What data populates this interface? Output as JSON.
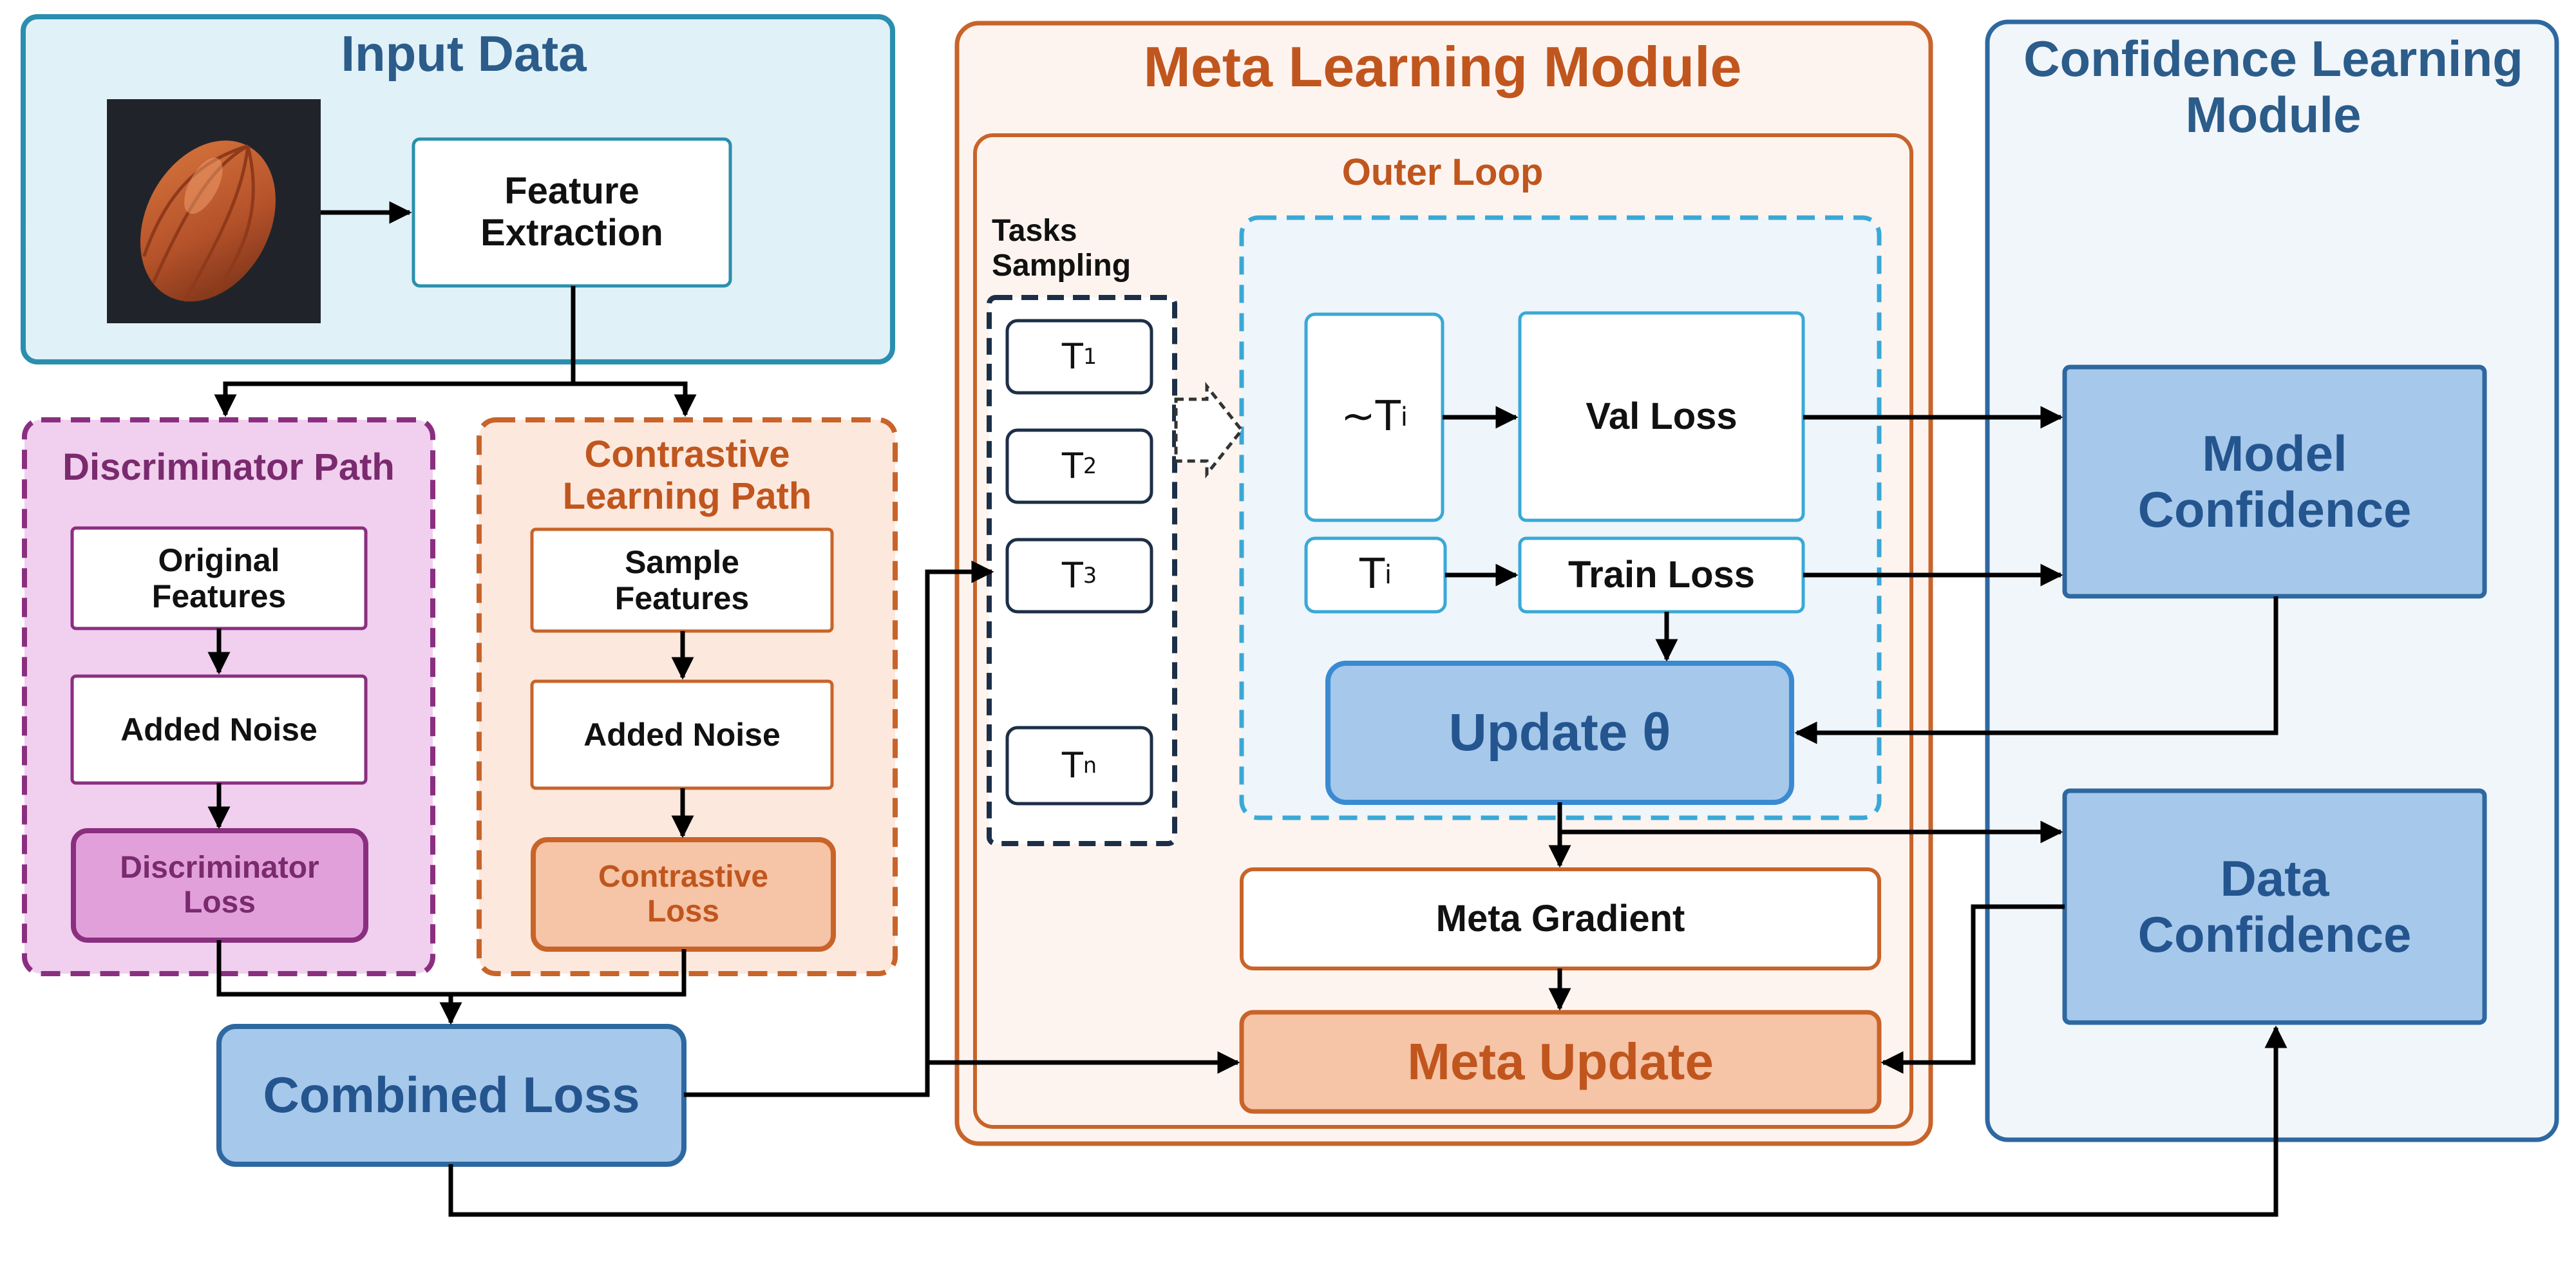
{
  "diagram": {
    "input_section": {
      "title": "Input Data",
      "image_icon": "hazelnut-photo",
      "feature_extraction": "Feature\nExtraction"
    },
    "discriminator_path": {
      "title": "Discriminator Path",
      "original_features": "Original\nFeatures",
      "added_noise": "Added Noise",
      "loss": "Discriminator\nLoss"
    },
    "contrastive_path": {
      "title": "Contrastive\nLearning Path",
      "sample_features": "Sample\nFeatures",
      "added_noise": "Added Noise",
      "loss": "Contrastive\nLoss"
    },
    "combined_loss": "Combined Loss",
    "meta_module": {
      "title": "Meta Learning Module",
      "outer_loop": "Outer Loop",
      "tasks_sampling": "Tasks\nSampling",
      "tasks": [
        {
          "base": "T",
          "sub": "1"
        },
        {
          "base": "T",
          "sub": "2"
        },
        {
          "base": "T",
          "sub": "3"
        },
        {
          "base": "T",
          "sub": "n"
        }
      ],
      "not_task": {
        "base": "~T",
        "sub": "i"
      },
      "task_i": {
        "base": "T",
        "sub": "i"
      },
      "val_loss": "Val Loss",
      "train_loss": "Train Loss",
      "update": "Update θ",
      "meta_gradient": "Meta Gradient",
      "meta_update": "Meta Update"
    },
    "confidence_module": {
      "title": "Confidence Learning\nModule",
      "model_confidence": "Model\nConfidence",
      "data_confidence": "Data\nConfidence"
    }
  }
}
